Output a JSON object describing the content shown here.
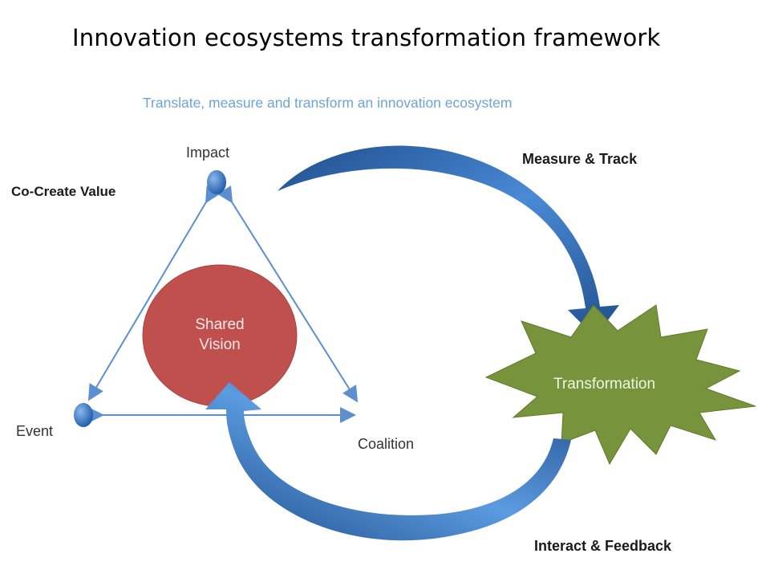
{
  "title": "Innovation ecosystems transformation framework",
  "subtitle": "Translate, measure and transform an innovation ecosystem",
  "labels": {
    "co_create_value": "Co-Create Value",
    "measure_track": "Measure & Track",
    "interact_feedback": "Interact & Feedback",
    "impact": "Impact",
    "event": "Event",
    "coalition": "Coalition",
    "shared_vision_line1": "Shared",
    "shared_vision_line2": "Vision",
    "transformation": "Transformation"
  },
  "colors": {
    "subtitle": "#6fa3d8",
    "node_blue": "#2f6fbf",
    "triangle_line": "#5b8fd0",
    "shared_vision": "#c0504d",
    "transformation": "#77933c",
    "arrow_dark": "#1f4e8c",
    "arrow_light": "#5b9be0"
  }
}
